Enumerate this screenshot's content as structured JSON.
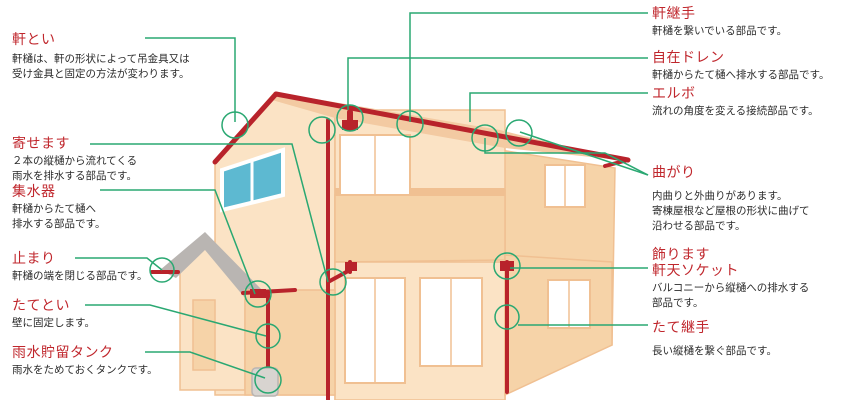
{
  "callouts": {
    "nokitoi": {
      "title": "軒とい",
      "desc": [
        "軒樋は、軒の形状によって吊金具又は",
        "受け金具と固定の方法が変わります。"
      ]
    },
    "yosemasu": {
      "title": "寄せます",
      "desc": [
        "２本の縦樋から流れてくる",
        "雨水を排水する部品です。"
      ]
    },
    "shusuiki": {
      "title": "集水器",
      "desc": [
        "軒樋からたて樋へ",
        "排水する部品です。"
      ]
    },
    "tomari": {
      "title": "止まり",
      "desc": [
        "軒樋の端を閉じる部品です。"
      ]
    },
    "tatetoi": {
      "title": "たてとい",
      "desc": [
        "壁に固定します。"
      ]
    },
    "tank": {
      "title": "雨水貯留タンク",
      "desc": [
        "雨水をためておくタンクです。"
      ]
    },
    "nokitsugi": {
      "title": "軒継手",
      "desc": [
        "軒樋を繋いでいる部品です。"
      ]
    },
    "drain": {
      "title": "自在ドレン",
      "desc": [
        "軒樋からたて樋へ排水する部品です。"
      ]
    },
    "elbow": {
      "title": "エルボ",
      "desc": [
        "流れの角度を変える接続部品です。"
      ]
    },
    "magari": {
      "title": "曲がり",
      "desc": [
        "内曲りと外曲りがあります。",
        "寄棟屋根など屋根の形状に曲げて",
        "沿わせる部品です。"
      ]
    },
    "socket": {
      "title": [
        "飾ります",
        "軒天ソケット"
      ],
      "desc": [
        "バルコニーから縦樋への排水する",
        "部品です。"
      ]
    },
    "tatetsugi": {
      "title": "たて継手",
      "desc": [
        "長い縦樋を繋ぐ部品です。"
      ]
    }
  },
  "colors": {
    "callout_line": "#2aa872",
    "title_text": "#c0272d",
    "gutter": "#b8232b",
    "wall": "#fbe3c5",
    "wall_side": "#f6d3a8",
    "roof": "#f3caa2",
    "trim": "#f0c092",
    "window_glass": "#5db9d1",
    "window_glass_white": "#ffffff",
    "annex_roof": "#b9b5b2"
  }
}
